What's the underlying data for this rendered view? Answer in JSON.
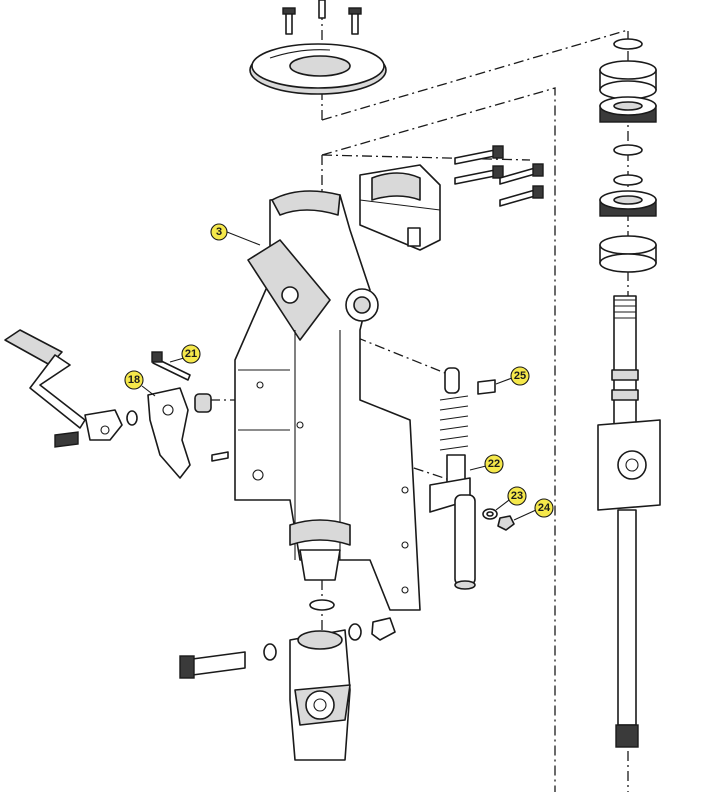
{
  "diagram": {
    "highlight_color": "#f5e84b",
    "callouts": [
      {
        "id": "3",
        "label": "3"
      },
      {
        "id": "18",
        "label": "18"
      },
      {
        "id": "21",
        "label": "21"
      },
      {
        "id": "22",
        "label": "22"
      },
      {
        "id": "23",
        "label": "23"
      },
      {
        "id": "24",
        "label": "24"
      },
      {
        "id": "25",
        "label": "25"
      }
    ]
  }
}
